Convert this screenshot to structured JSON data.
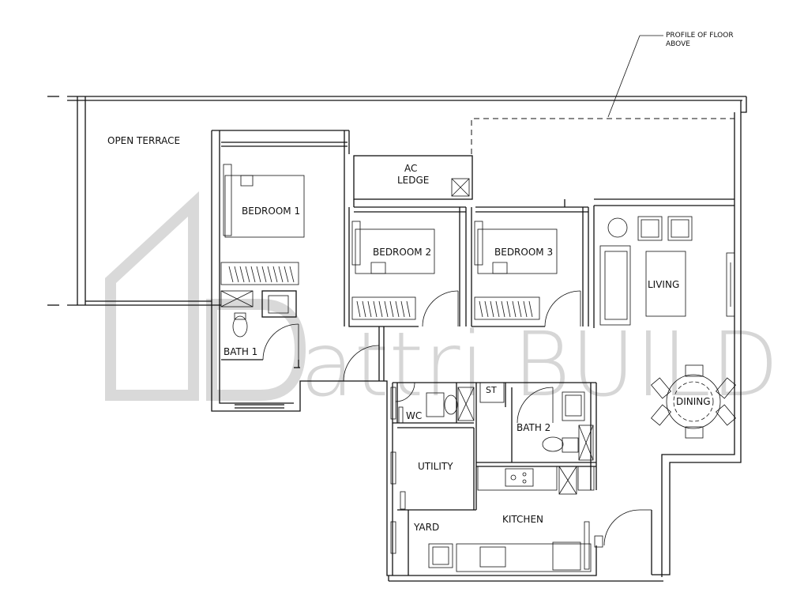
{
  "rooms": {
    "open_terrace": "OPEN TERRACE",
    "bedroom1": "BEDROOM 1",
    "ac_ledge_line1": "AC",
    "ac_ledge_line2": "LEDGE",
    "bedroom2": "BEDROOM 2",
    "bedroom3": "BEDROOM 3",
    "living": "LIVING",
    "bath1": "BATH 1",
    "dining": "DINING",
    "st": "ST",
    "wc": "WC",
    "bath2": "BATH 2",
    "utility": "UTILITY",
    "yard": "YARD",
    "kitchen": "KITCHEN"
  },
  "annotation": {
    "line1": "PROFILE OF  FLOOR",
    "line2": "ABOVE"
  },
  "watermark": {
    "text": "attri BUILD",
    "color": "#d6d6d6"
  }
}
